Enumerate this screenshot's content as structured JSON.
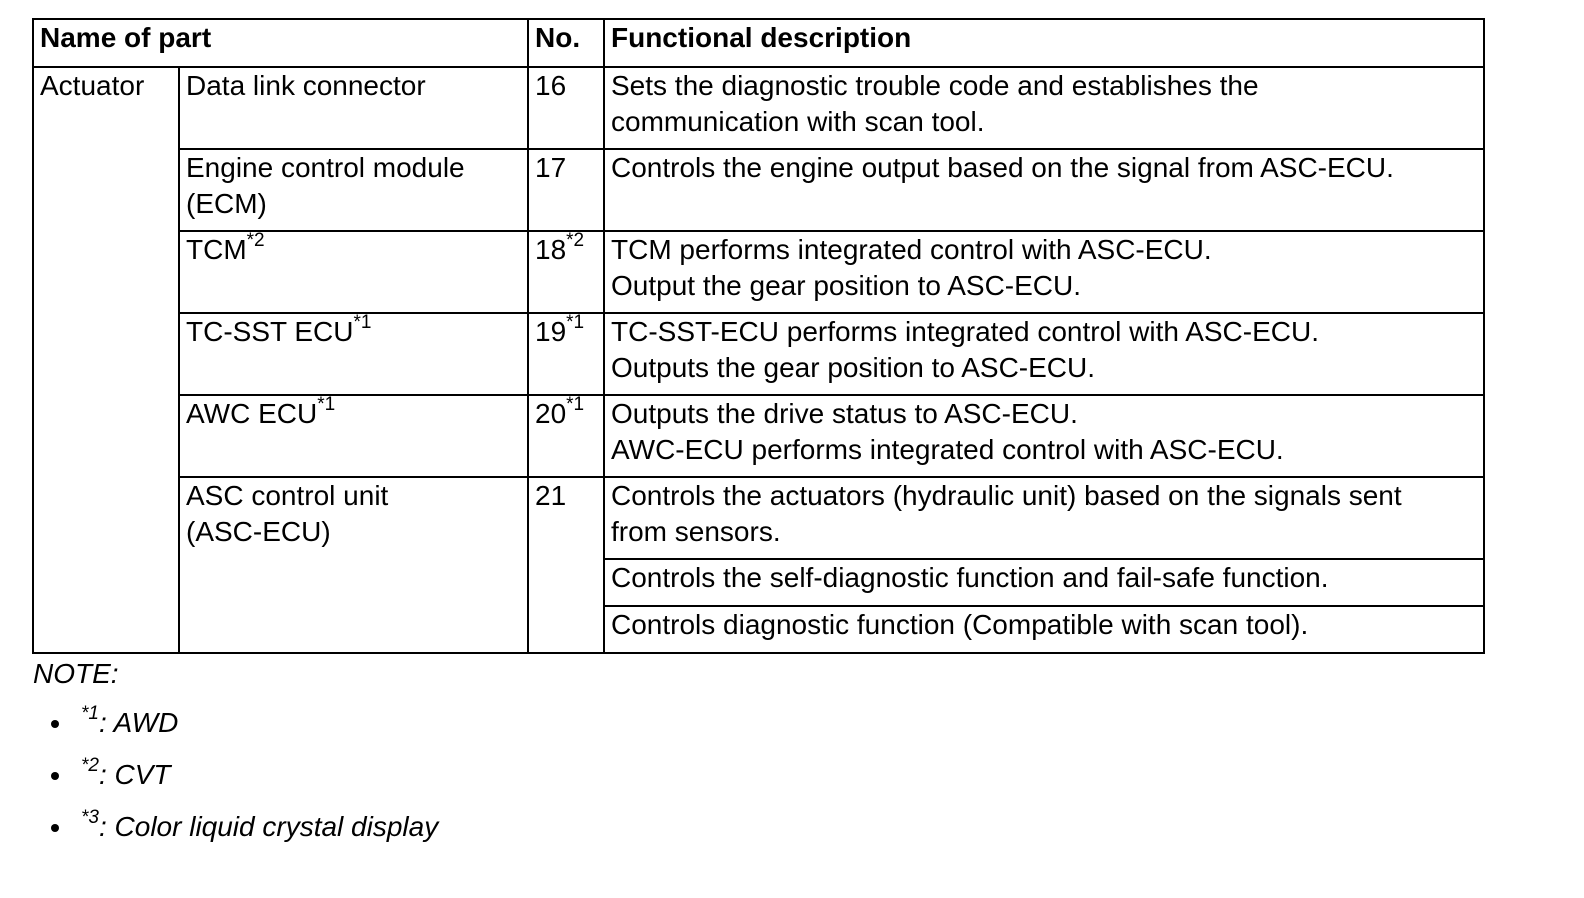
{
  "table": {
    "headers": {
      "name": "Name of part",
      "no": "No.",
      "desc": "Functional description"
    },
    "category": "Actuator",
    "rows": [
      {
        "part": "Data link connector",
        "part_sup": "",
        "no": "16",
        "no_sup": "",
        "desc": [
          "Sets the diagnostic trouble code and establishes the",
          "communication with scan tool."
        ]
      },
      {
        "part": "Engine control module",
        "part2": "(ECM)",
        "part_sup": "",
        "no": "17",
        "no_sup": "",
        "desc": [
          "Controls the engine output based on the signal from ASC-ECU."
        ]
      },
      {
        "part": "TCM",
        "part_sup": "*2",
        "no": "18",
        "no_sup": "*2",
        "desc": [
          "TCM performs integrated control with ASC-ECU.",
          "Output the gear position to ASC-ECU."
        ]
      },
      {
        "part": "TC-SST ECU",
        "part_sup": "*1",
        "no": "19",
        "no_sup": "*1",
        "desc": [
          "TC-SST-ECU performs integrated control with ASC-ECU.",
          "Outputs the gear position to ASC-ECU."
        ]
      },
      {
        "part": "AWC ECU",
        "part_sup": "*1",
        "no": "20",
        "no_sup": "*1",
        "desc": [
          "Outputs the drive status to ASC-ECU.",
          "AWC-ECU performs integrated control with ASC-ECU."
        ]
      },
      {
        "part": "ASC control unit",
        "part2": "(ASC-ECU)",
        "part_sup": "",
        "no": "21",
        "no_sup": "",
        "desc": [
          "Controls the actuators (hydraulic unit) based on the signals sent",
          "from sensors."
        ],
        "extra_desc": [
          "Controls the self-diagnostic function and fail-safe function.",
          "Controls diagnostic function (Compatible with scan tool)."
        ]
      }
    ]
  },
  "note": {
    "title": "NOTE:",
    "items": [
      {
        "sup": "*1",
        "text": ": AWD"
      },
      {
        "sup": "*2",
        "text": ": CVT"
      },
      {
        "sup": "*3",
        "text": ": Color liquid crystal display"
      }
    ]
  }
}
